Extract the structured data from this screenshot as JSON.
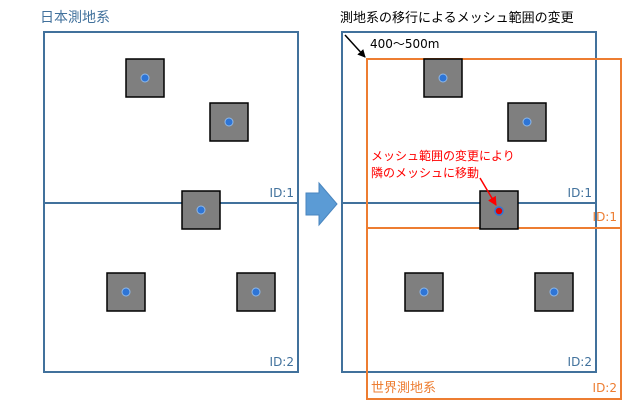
{
  "left": {
    "title": "日本測地系",
    "id1": "ID:1",
    "id2": "ID:2"
  },
  "right": {
    "title": "測地系の移行によるメッシュ範囲の変更",
    "offset_label": "400～500m",
    "annotation_line1": "メッシュ範囲の変更により",
    "annotation_line2": "隣のメッシュに移動",
    "id1_old": "ID:1",
    "id2_old": "ID:2",
    "id1_new": "ID:1",
    "id2_new": "ID:2",
    "world_label": "世界測地系"
  },
  "colors": {
    "old_grid": "#41719c",
    "new_grid": "#ed7d31",
    "square_fill": "#7f7f7f",
    "dot": "#2e75d6",
    "dot_moved": "#e00000",
    "annotation": "#ff0000",
    "arrow": "#5b9bd5"
  }
}
